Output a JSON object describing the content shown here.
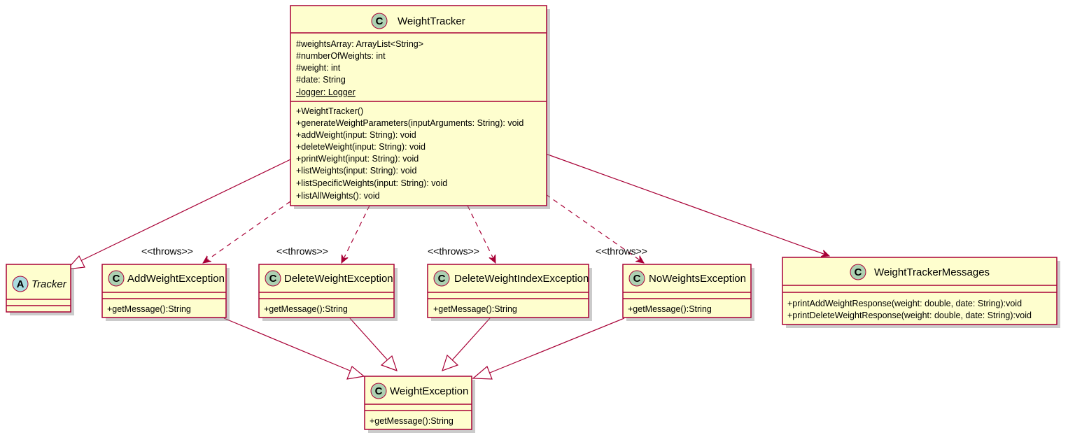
{
  "classes": {
    "weight_tracker": {
      "name": "WeightTracker",
      "glyph": "C",
      "attributes": [
        "#weightsArray: ArrayList<String>",
        "#numberOfWeights: int",
        "#weight: int",
        "#date: String",
        "-logger: Logger"
      ],
      "methods": [
        "+WeightTracker()",
        "+generateWeightParameters(inputArguments: String): void",
        "+addWeight(input: String): void",
        "+deleteWeight(input: String): void",
        "+printWeight(input: String): void",
        "+listWeights(input: String): void",
        "+listSpecificWeights(input: String): void",
        "+listAllWeights(): void"
      ]
    },
    "tracker": {
      "name": "Tracker",
      "glyph": "A"
    },
    "add_weight_exception": {
      "name": "AddWeightException",
      "glyph": "C",
      "methods": [
        "+getMessage():String"
      ]
    },
    "delete_weight_exception": {
      "name": "DeleteWeightException",
      "glyph": "C",
      "methods": [
        "+getMessage():String"
      ]
    },
    "delete_weight_index_exception": {
      "name": "DeleteWeightIndexException",
      "glyph": "C",
      "methods": [
        "+getMessage():String"
      ]
    },
    "no_weights_exception": {
      "name": "NoWeightsException",
      "glyph": "C",
      "methods": [
        "+getMessage():String"
      ]
    },
    "weight_tracker_messages": {
      "name": "WeightTrackerMessages",
      "glyph": "C",
      "methods": [
        "+printAddWeightResponse(weight: double, date: String):void",
        "+printDeleteWeightResponse(weight: double, date: String):void"
      ]
    },
    "weight_exception": {
      "name": "WeightException",
      "glyph": "C",
      "methods": [
        "+getMessage():String"
      ]
    }
  },
  "relations": {
    "throws_label": "<<throws>>"
  },
  "colors": {
    "class_fill": "#FEFECE",
    "border": "#A80036",
    "class_circle": "#ADD1B2",
    "abstract_circle": "#A9DCDF"
  }
}
